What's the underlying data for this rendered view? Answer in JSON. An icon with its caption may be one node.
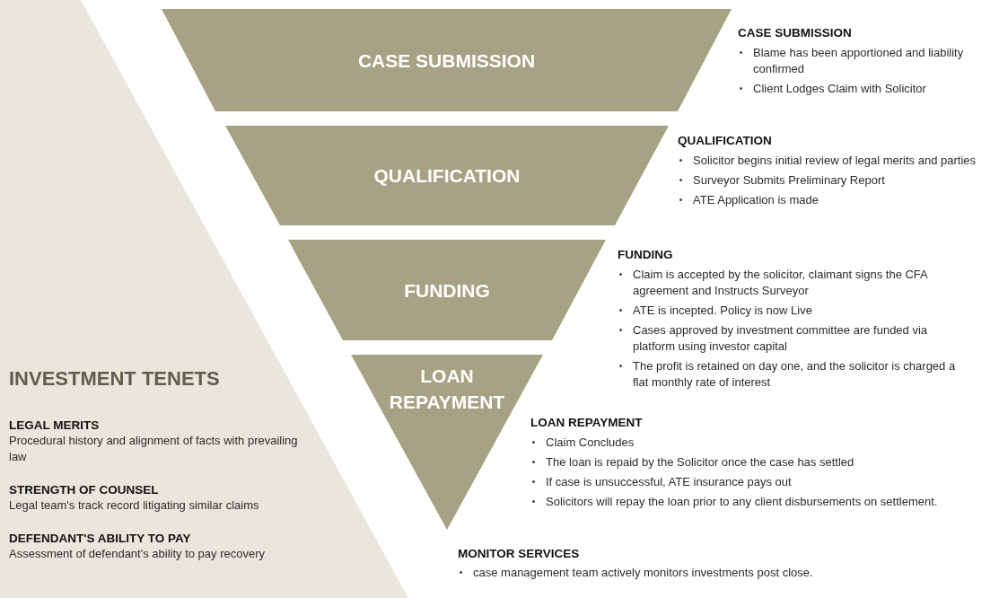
{
  "diagram": {
    "nodes": [
      {
        "text": [
          "CASE SUBMISSION"
        ],
        "beside": [
          "CASE SUBMISSION",
          "Blame has been apportioned and liability confirmed",
          "Client Lodges Claim with Solicitor"
        ]
      },
      {
        "text": [
          "QUALIFICATION"
        ],
        "beside": [
          "QUALIFICATION",
          "Solicitor begins initial review of legal merits and parties",
          "Surveyor Submits Preliminary Report",
          "ATE Application is made"
        ]
      },
      {
        "text": [
          "FUNDING"
        ],
        "beside": [
          "FUNDING",
          "Claim is accepted by the solicitor, claimant signs the CFA agreement and Instructs Surveyor",
          "ATE is incepted. Policy is now Live",
          "Cases approved by investment committee are funded via platform using investor capital",
          "The profit is retained on day one, and the solicitor is charged a flat monthly rate of interest"
        ]
      },
      {
        "text": [
          "LOAN REPAYMENT"
        ],
        "beside": [
          "LOAN REPAYMENT",
          "Claim Concludes",
          "The loan is repaid by the Solicitor once the case has settled",
          "If case is unsuccessful, ATE insurance pays out",
          "Solicitors will repay the loan prior to any client disbursements on settlement."
        ]
      }
    ],
    "labels": [
      "INVESTMENT TENETS",
      "LEGAL MERITS",
      "Procedural history and alignment of facts with prevailing law",
      "STRENGTH OF COUNSEL",
      "Legal team's track record litigating similar claims",
      "DEFENDANT'S ABILITY TO PAY",
      "Assessment of defendant's ability to pay recovery",
      "MONITOR SERVICES",
      "case management team actively monitors investments post close."
    ]
  }
}
